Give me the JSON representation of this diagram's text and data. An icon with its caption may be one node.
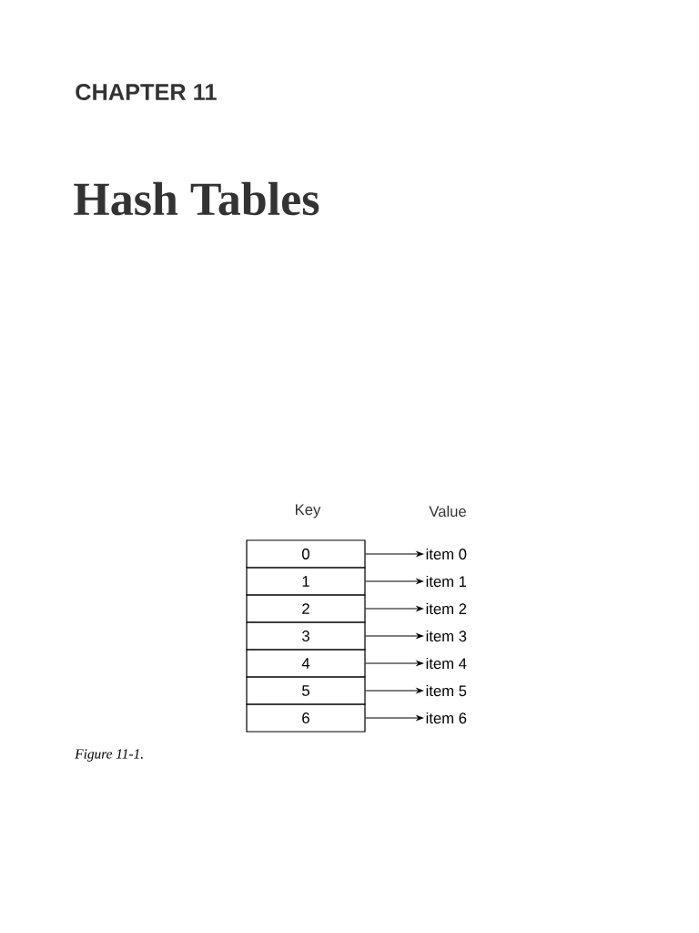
{
  "diagram": {
    "title": "Hash Tables",
    "caption": "Figure 11-1.",
    "nodes": [
      {
        "text": [
          "0"
        ]
      },
      {
        "text": [
          "1"
        ]
      },
      {
        "text": [
          "2"
        ]
      },
      {
        "text": [
          "3"
        ]
      },
      {
        "text": [
          "4"
        ]
      },
      {
        "text": [
          "5"
        ]
      },
      {
        "text": [
          "6"
        ]
      },
      {
        "text": [
          "item 0"
        ]
      },
      {
        "text": [
          "item 1"
        ]
      },
      {
        "text": [
          "item 2"
        ]
      },
      {
        "text": [
          "item 3"
        ]
      },
      {
        "text": [
          "item 4"
        ]
      },
      {
        "text": [
          "item 5"
        ]
      },
      {
        "text": [
          "item 6"
        ]
      }
    ],
    "edges": [
      {
        "from": 0,
        "to": 7,
        "arrow": "to"
      },
      {
        "from": 1,
        "to": 8,
        "arrow": "to"
      },
      {
        "from": 2,
        "to": 9,
        "arrow": "to"
      },
      {
        "from": 3,
        "to": 10,
        "arrow": "to"
      },
      {
        "from": 4,
        "to": 11,
        "arrow": "to"
      },
      {
        "from": 5,
        "to": 12,
        "arrow": "to"
      },
      {
        "from": 6,
        "to": 13,
        "arrow": "to"
      }
    ],
    "labels": [
      "CHAPTER 11",
      "Key",
      "Value"
    ]
  }
}
